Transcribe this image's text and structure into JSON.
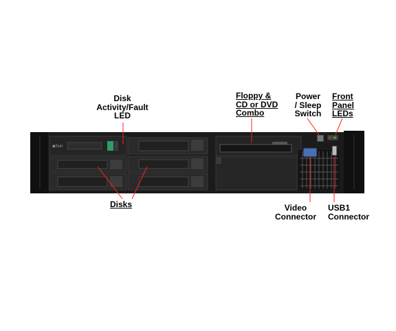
{
  "labels": {
    "disk_led": [
      "Disk",
      "Activity/Fault",
      "LED"
    ],
    "floppy": [
      "Floppy &",
      "CD or DVD",
      "Combo"
    ],
    "power": [
      "Power",
      "/ Sleep",
      "Switch"
    ],
    "front_panel": [
      "Front",
      "Panel",
      "LEDs"
    ],
    "disks": [
      "Disks"
    ],
    "video": [
      "Video",
      "Connector"
    ],
    "usb": [
      "USB1",
      "Connector"
    ]
  },
  "colors": {
    "chassis": "#1b1b1b",
    "bay": "#2a2a2a",
    "handle": "#3c3c3c",
    "leader_line": "#ff2020",
    "led_green": "#2e9c6a",
    "video_port": "#4a6fb5"
  }
}
